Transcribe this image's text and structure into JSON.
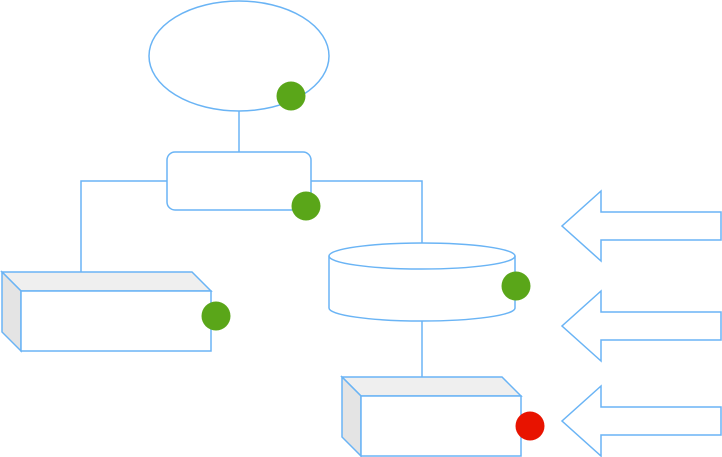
{
  "diagram": {
    "colors": {
      "stroke": "#6ab4f5",
      "box_face": "#ffffff",
      "box_shade": "#efefef",
      "box_shade_dark": "#e4e4e4",
      "status_ok": "#5aa619",
      "status_error": "#e81300"
    },
    "nodes": [
      {
        "id": "root",
        "shape": "ellipse",
        "status": "ok"
      },
      {
        "id": "router",
        "shape": "rounded-rectangle",
        "status": "ok"
      },
      {
        "id": "left-box",
        "shape": "3d-box",
        "status": "ok"
      },
      {
        "id": "storage",
        "shape": "cylinder",
        "status": "ok"
      },
      {
        "id": "bottom-box",
        "shape": "3d-box",
        "status": "error"
      }
    ],
    "edges": [
      [
        "root",
        "router"
      ],
      [
        "router",
        "left-box"
      ],
      [
        "router",
        "storage"
      ],
      [
        "storage",
        "bottom-box"
      ]
    ],
    "arrows": [
      {
        "direction": "left"
      },
      {
        "direction": "left"
      },
      {
        "direction": "left"
      }
    ]
  }
}
